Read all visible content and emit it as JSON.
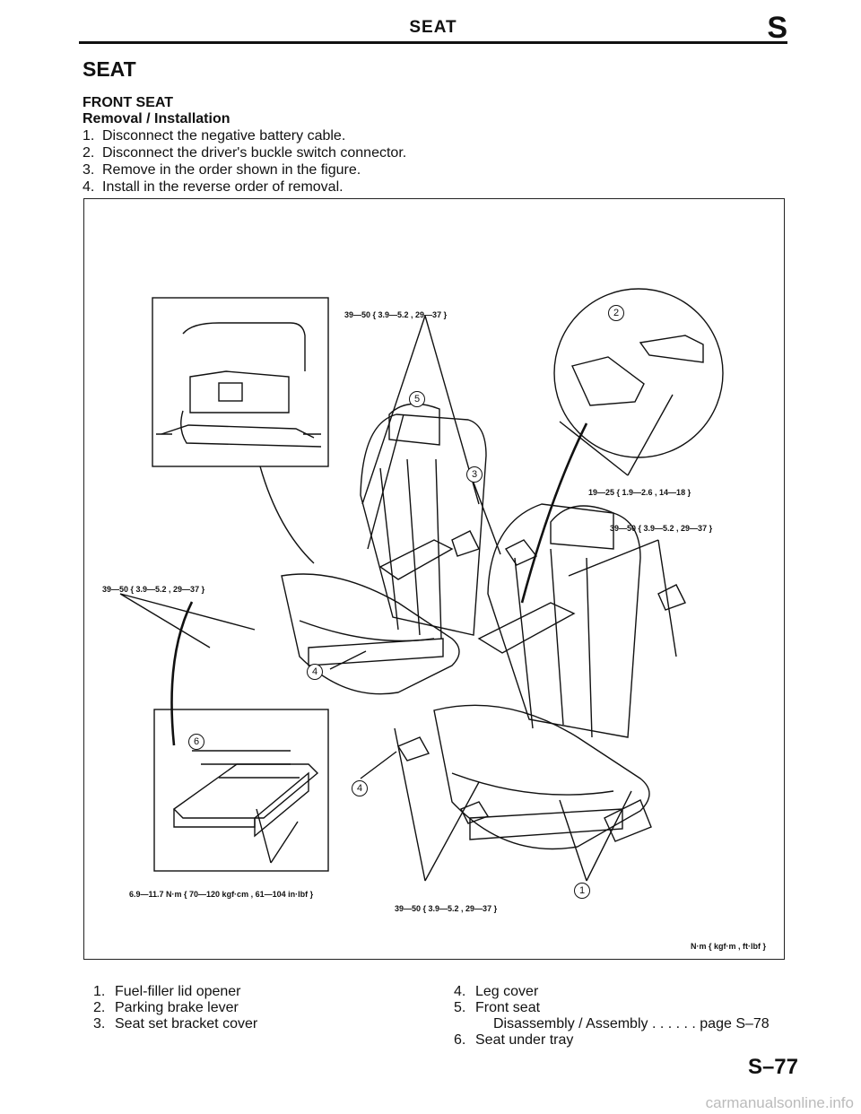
{
  "header": {
    "title": "SEAT",
    "letter": "S"
  },
  "section_title": "SEAT",
  "subsection": "FRONT SEAT",
  "procedure_title": "Removal / Installation",
  "steps": [
    {
      "num": "1.",
      "text": "Disconnect the negative battery cable."
    },
    {
      "num": "2.",
      "text": "Disconnect the driver's buckle switch connector."
    },
    {
      "num": "3.",
      "text": "Remove in the order shown in the figure."
    },
    {
      "num": "4.",
      "text": "Install in the reverse order of removal."
    }
  ],
  "figure": {
    "torque_top": "39—50 { 3.9—5.2 , 29—37 }",
    "torque_right_upper": "19—25 { 1.9—2.6 , 14—18 }",
    "torque_right_mid": "39—50 { 3.9—5.2 , 29—37 }",
    "torque_left": "39—50 { 3.9—5.2 , 29—37 }",
    "torque_tray": "6.9—11.7 N·m { 70—120 kgf·cm , 61—104 in·lbf }",
    "torque_bottom": "39—50 { 3.9—5.2 , 29—37 }",
    "units": "N·m { kgf·m , ft·lbf }",
    "callouts": [
      "1",
      "2",
      "3",
      "4",
      "4",
      "5",
      "6"
    ]
  },
  "legend_left": [
    {
      "num": "1.",
      "text": "Fuel-filler lid opener"
    },
    {
      "num": "2.",
      "text": "Parking brake lever"
    },
    {
      "num": "3.",
      "text": "Seat set bracket cover"
    }
  ],
  "legend_right": [
    {
      "num": "4.",
      "text": "Leg cover"
    },
    {
      "num": "5.",
      "text": "Front seat"
    },
    {
      "num": "",
      "text": "Disassembly / Assembly . . . . . . page S–78"
    },
    {
      "num": "6.",
      "text": "Seat under tray"
    }
  ],
  "page_number": "S–77",
  "watermark": "carmanualsonline.info"
}
